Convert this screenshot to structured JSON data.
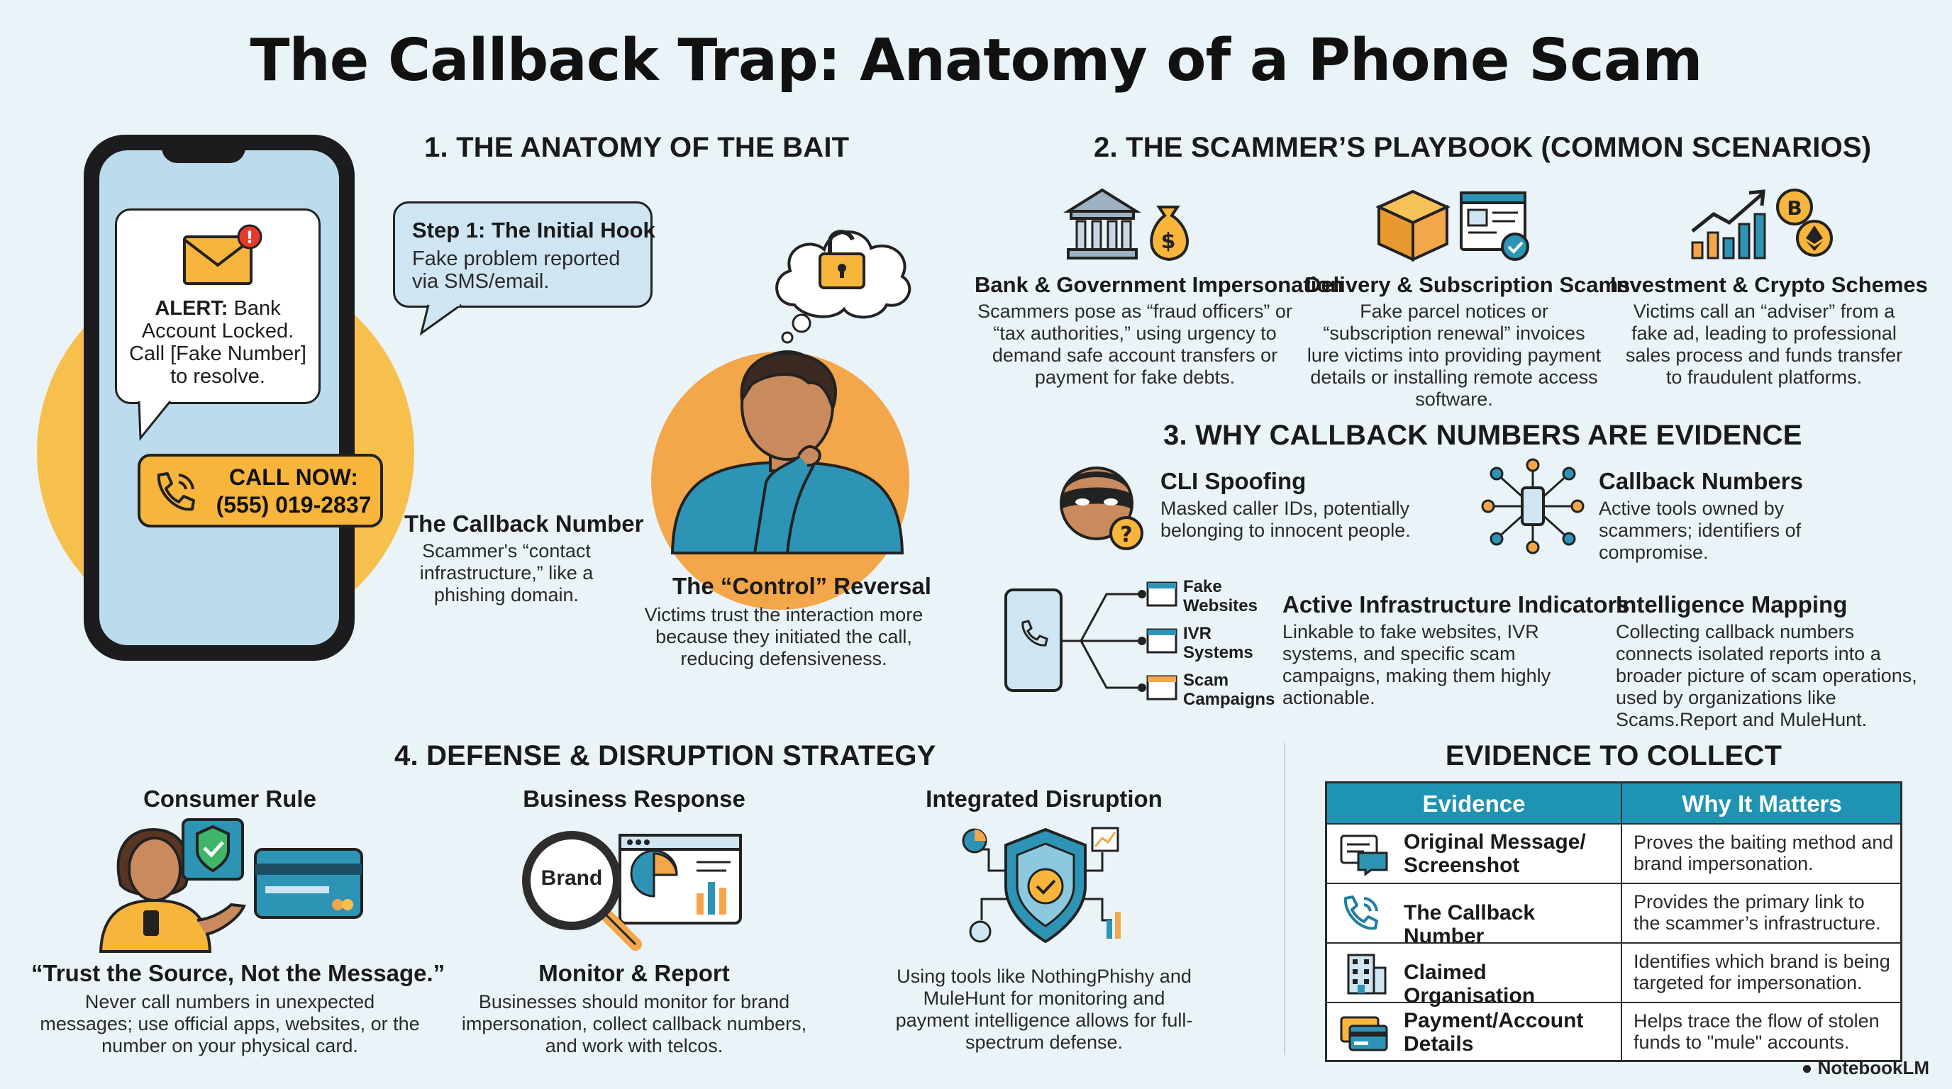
{
  "title": "The Callback Trap: Anatomy of a Phone Scam",
  "section1": {
    "heading": "1. THE ANATOMY OF THE BAIT",
    "sms": {
      "alert_label": "ALERT:",
      "alert_text": " Bank Account Locked. Call [Fake Number] to resolve."
    },
    "call_badge": {
      "line1": "CALL NOW:",
      "line2": "(555) 019-2837"
    },
    "hook": {
      "title": "Step 1: The Initial Hook",
      "text": "Fake problem reported via SMS/email."
    },
    "callback": {
      "title": "The Callback Number",
      "text": "Scammer's “contact infrastructure,” like a phishing domain."
    },
    "control": {
      "title": "The “Control” Reversal",
      "text": "Victims trust the interaction more because they initiated the call, reducing defensiveness."
    }
  },
  "section2": {
    "heading": "2. THE SCAMMER’S PLAYBOOK (COMMON SCENARIOS)",
    "items": [
      {
        "title": "Bank & Government Impersonation",
        "text": "Scammers pose as “fraud officers” or “tax authorities,” using urgency to demand safe account transfers or payment for fake debts."
      },
      {
        "title": "Delivery & Subscription Scams",
        "text": "Fake parcel notices or “subscription renewal” invoices lure victims into providing payment details or installing remote access software."
      },
      {
        "title": "Investment & Crypto Schemes",
        "text": "Victims call an “adviser” from a fake ad, leading to professional sales process and funds transfer to fraudulent platforms."
      }
    ]
  },
  "section3": {
    "heading": "3. WHY CALLBACK NUMBERS ARE EVIDENCE",
    "cli": {
      "title": "CLI Spoofing",
      "text": "Masked caller IDs, potentially belonging to innocent people."
    },
    "callback": {
      "title": "Callback Numbers",
      "text": "Active tools owned by scammers; identifiers of compromise."
    },
    "tree_labels": [
      "Fake Websites",
      "IVR Systems",
      "Scam Campaigns"
    ],
    "indicators": {
      "title": "Active Infrastructure Indicators",
      "text": "Linkable to fake websites, IVR systems, and specific scam campaigns, making them highly actionable."
    },
    "mapping": {
      "title": "Intelligence Mapping",
      "text": "Collecting callback numbers connects isolated reports into a broader picture of scam operations, used by organizations like Scams.Report and MuleHunt."
    }
  },
  "section4": {
    "heading": "4. DEFENSE & DISRUPTION STRATEGY",
    "consumer": {
      "heading": "Consumer Rule",
      "title": "“Trust the Source, Not the Message.”",
      "text": "Never call numbers in unexpected messages; use official apps, websites, or the number on your physical card."
    },
    "business": {
      "heading": "Business Response",
      "magnifier_label": "Brand",
      "title": "Monitor & Report",
      "text": "Businesses should monitor for brand impersonation, collect callback numbers, and work with telcos."
    },
    "integrated": {
      "heading": "Integrated Disruption",
      "text": "Using tools like NothingPhishy and MuleHunt for monitoring and payment intelligence allows for full-spectrum defense."
    }
  },
  "evidence": {
    "heading": "EVIDENCE TO COLLECT",
    "col1": "Evidence",
    "col2": "Why It Matters",
    "rows": [
      {
        "name": "Original Message/ Screenshot",
        "why": "Proves the baiting method and brand impersonation."
      },
      {
        "name": "The Callback Number",
        "why": "Provides the primary link to the scammer’s infrastructure."
      },
      {
        "name": "Claimed Organisation",
        "why": "Identifies which brand is being targeted for impersonation."
      },
      {
        "name": "Payment/Account Details",
        "why": "Helps trace the flow of stolen funds to \"mule\" accounts."
      }
    ]
  },
  "brand": "NotebookLM",
  "colors": {
    "accent_blue": "#1f93b2",
    "accent_orange": "#f3a64a",
    "accent_yellow": "#f7c04d",
    "bg": "#eaf3f8"
  }
}
